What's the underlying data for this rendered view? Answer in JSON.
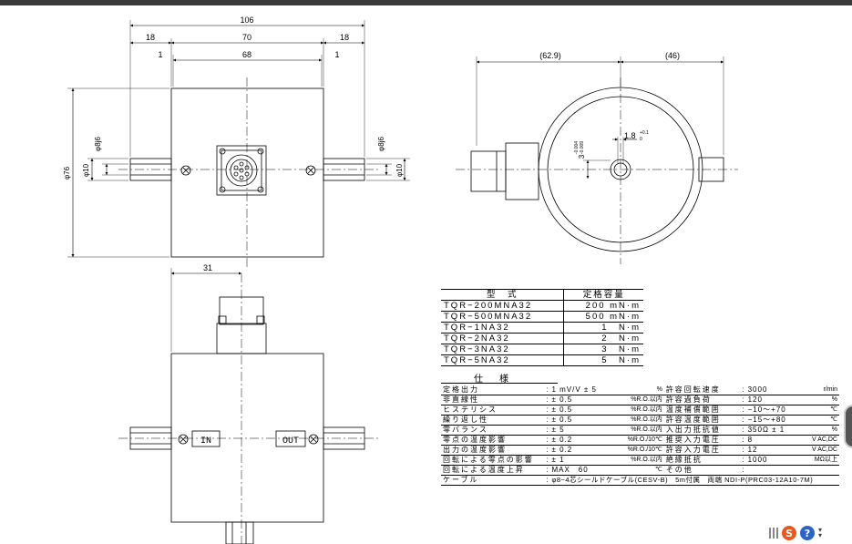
{
  "front_view": {
    "dim_overall": "106",
    "dim_left_shaft": "18",
    "dim_body": "70",
    "dim_right_shaft": "18",
    "dim_left_gap": "1",
    "dim_inner": "68",
    "dim_right_gap": "1",
    "dim_diameter": "φ76",
    "dim_left_shaft_d": "φ8j6",
    "dim_left_shaft_d2": "φ10",
    "dim_right_shaft_d": "φ8j6",
    "dim_right_shaft_d2": "φ10"
  },
  "side_view": {
    "dim_left": "(62.9)",
    "dim_right": "(46)",
    "dim_hole": "1.8",
    "dim_hole_tol": "+0.1",
    "dim_hole_tol2": "0",
    "dim_small": "3",
    "dim_small_tol": "-0.004",
    "dim_small_tol2": "-0.009"
  },
  "bottom_view": {
    "dim_connector": "31",
    "label_in": "IN",
    "label_out": "OUT"
  },
  "model_table": {
    "header_model": "型　式",
    "header_capacity": "定格容量",
    "rows": [
      {
        "model": "TQR−200MNA32",
        "capacity": "200 mN·m"
      },
      {
        "model": "TQR−500MNA32",
        "capacity": "500 mN·m"
      },
      {
        "model": "TQR−1NA32",
        "capacity": "1　N·m"
      },
      {
        "model": "TQR−2NA32",
        "capacity": "2　N·m"
      },
      {
        "model": "TQR−3NA32",
        "capacity": "3　N·m"
      },
      {
        "model": "TQR−5NA32",
        "capacity": "5　N·m"
      }
    ]
  },
  "spec": {
    "title": "仕様",
    "rows": [
      {
        "k1": "定格出力",
        "v1": "1 mV/V ± 5",
        "u1": "%",
        "k2": "許容回転速度",
        "v2": "3000",
        "u2": "r/min"
      },
      {
        "k1": "非直線性",
        "v1": "± 0.5",
        "u1": "%R.O.以内",
        "k2": "許容過負荷",
        "v2": "120",
        "u2": "%"
      },
      {
        "k1": "ヒステリシス",
        "v1": "± 0.5",
        "u1": "%R.O.以内",
        "k2": "温度補償範囲",
        "v2": "−10～+70",
        "u2": "℃"
      },
      {
        "k1": "繰り返し性",
        "v1": "± 0.5",
        "u1": "%R.O.以内",
        "k2": "許容温度範囲",
        "v2": "−15～+80",
        "u2": "℃"
      },
      {
        "k1": "零バランス",
        "v1": "± 5",
        "u1": "%R.O.以内",
        "k2": "入出力抵抗値",
        "v2": "350Ω ± 1",
        "u2": "%"
      },
      {
        "k1": "零点の温度影響",
        "v1": "± 0.2",
        "u1": "%R.O./10℃",
        "k2": "推奨入力電圧",
        "v2": "8",
        "u2": "V AC,DC"
      },
      {
        "k1": "出力の温度影響",
        "v1": "± 0.2",
        "u1": "%R.O./10℃",
        "k2": "許容入力電圧",
        "v2": "12",
        "u2": "V AC,DC"
      },
      {
        "k1": "回転による零点の影響",
        "v1": "± 1",
        "u1": "%R.O.以内",
        "k2": "絶縁抵抗",
        "v2": "1000",
        "u2": "MΩ以上"
      },
      {
        "k1": "回転による温度上昇",
        "v1": "MAX　60",
        "u1": "℃",
        "k2": "その他",
        "v2": "",
        "u2": ""
      }
    ],
    "cable_label": "ケーブル",
    "cable_value": "φ8−4芯シールドケーブル(CESV-B)　5m付属　両端 NDI-P(PRC03-12A10-7M)"
  },
  "tray": {
    "app_letter": "S",
    "help_glyph": "?"
  }
}
